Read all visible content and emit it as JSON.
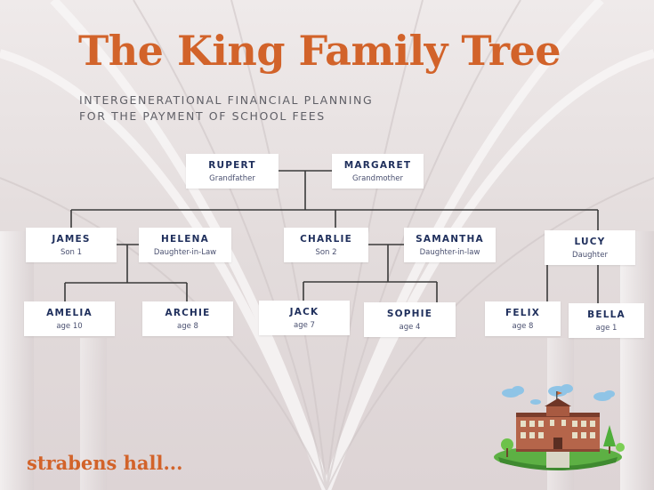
{
  "title": "The King Family Tree",
  "subtitle": {
    "line1": "INTERGENERATIONAL FINANCIAL PLANNING",
    "line2": "FOR THE PAYMENT OF SCHOOL FEES"
  },
  "brand": "strabens hall...",
  "colors": {
    "accent": "#d2632a",
    "name_text": "#1f2f5c",
    "connector": "#3a3a3a",
    "card": "#ffffff"
  },
  "members": {
    "rupert": {
      "name": "RUPERT",
      "role": "Grandfather"
    },
    "margaret": {
      "name": "MARGARET",
      "role": "Grandmother"
    },
    "james": {
      "name": "JAMES",
      "role": "Son 1"
    },
    "helena": {
      "name": "HELENA",
      "role": "Daughter-in-Law"
    },
    "charlie": {
      "name": "CHARLIE",
      "role": "Son 2"
    },
    "samantha": {
      "name": "SAMANTHA",
      "role": "Daughter-in-law"
    },
    "lucy": {
      "name": "LUCY",
      "role": "Daughter"
    },
    "amelia": {
      "name": "AMELIA",
      "role": "age 10"
    },
    "archie": {
      "name": "ARCHIE",
      "role": "age 8"
    },
    "jack": {
      "name": "JACK",
      "role": "age 7"
    },
    "sophie": {
      "name": "SOPHIE",
      "role": "age 4"
    },
    "felix": {
      "name": "FELIX",
      "role": "age 8"
    },
    "bella": {
      "name": "BELLA",
      "role": "age 1"
    }
  },
  "illustration": {
    "icon": "school-building-icon"
  }
}
